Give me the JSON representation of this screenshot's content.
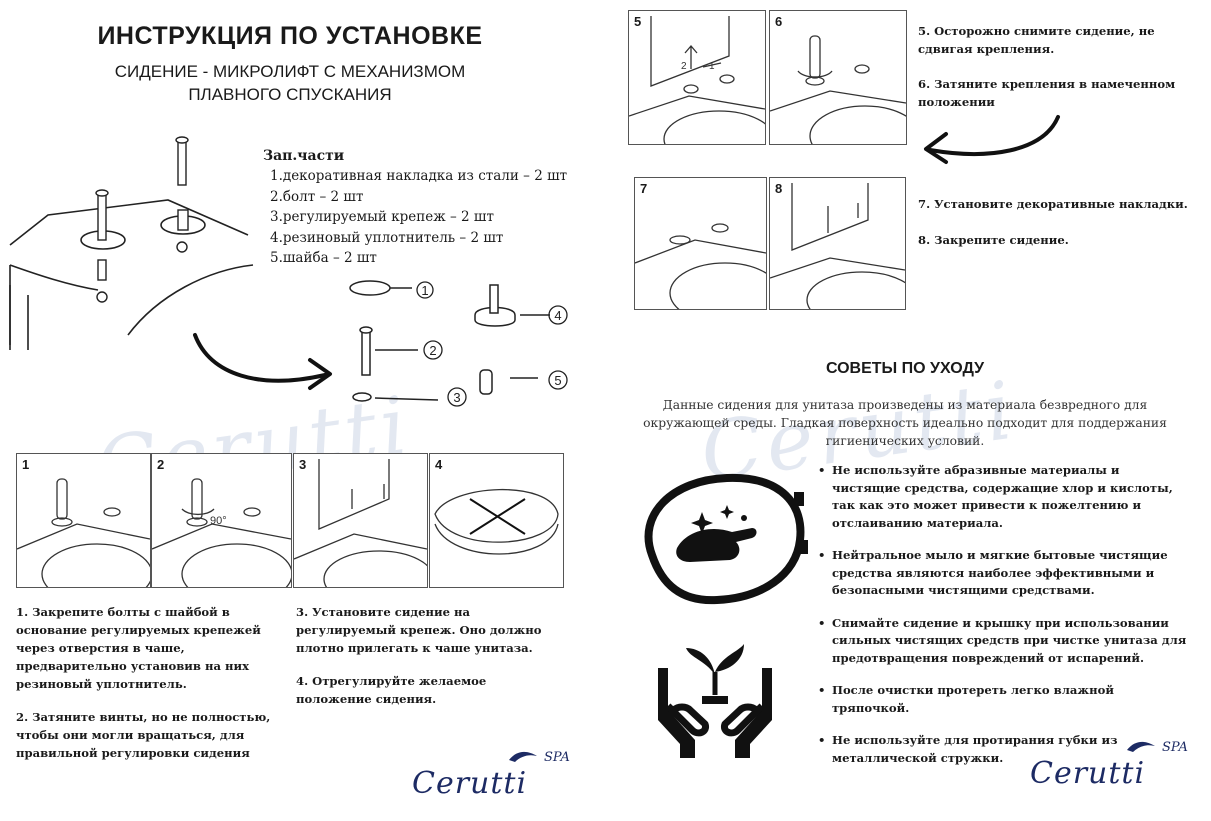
{
  "header": {
    "title": "ИНСТРУКЦИЯ ПО УСТАНОВКЕ",
    "subtitle_line1": "СИДЕНИЕ - МИКРОЛИФТ С МЕХАНИЗМОМ",
    "subtitle_line2": "ПЛАВНОГО СПУСКАНИЯ"
  },
  "parts": {
    "heading": "Зап.части",
    "items": [
      "1.декоративная накладка из стали – 2 шт",
      "2.болт – 2 шт",
      "3.регулируемый крепеж – 2 шт",
      "4.резиновый уплотнитель – 2 шт",
      "5.шайба – 2 шт"
    ],
    "callouts": [
      "1",
      "2",
      "3",
      "4",
      "5"
    ]
  },
  "steps_left": {
    "numbers": [
      "1",
      "2",
      "3",
      "4"
    ],
    "angle_label": "90°",
    "col1": [
      "1.   Закрепите болты с шайбой в основание регулируемых крепежей через отверстия в чаше, предварительно установив на них резиновый уплотнитель.",
      "2.   Затяните винты, но не полностью, чтобы они могли вращаться, для правильной регулировки сидения"
    ],
    "col2": [
      "3. Установите сидение на регулируемый крепеж. Оно должно плотно прилегать к чаше унитаза.",
      "4. Отрегулируйте желаемое положение сидения."
    ]
  },
  "steps_right": {
    "numbers": [
      "5",
      "6",
      "7",
      "8"
    ],
    "arrow_labels": [
      "2",
      "1"
    ],
    "text_a": [
      "5. Осторожно снимите сидение, не сдвигая крепления.",
      "6. Затяните крепления в намеченном положении"
    ],
    "text_b": [
      "7. Установите декоративные накладки.",
      "8. Закрепите сидение."
    ]
  },
  "care": {
    "title": "СОВЕТЫ ПО УХОДУ",
    "intro": "Данные сидения для унитаза произведены из материала безвредного для окружающей среды. Гладкая поверхность идеально подходит для поддержания гигиенических условий.",
    "tips": [
      "Не используйте абразивные материалы и чистящие средства, содержащие хлор и кислоты, так как это может привести к пожелтению и отслаиванию материала.",
      "Нейтральное мыло и мягкие бытовые чистящие средства являются наиболее эффективными и безопасными чистящими средствами.",
      "Снимайте сидение и крышку при использовании сильных чистящих средств при чистке унитаза для предотвращения повреждений от испарений.",
      "После очистки протереть легко влажной тряпочкой.",
      "Не используйте для протирания губки из металлической стружки."
    ]
  },
  "brand": {
    "name": "Cerutti",
    "suffix": "SPA",
    "watermark": "Cerutti"
  },
  "colors": {
    "brand": "#1d2b64",
    "watermark": "#e3e8f1",
    "text": "#1a1a1a"
  },
  "icons": [
    "seat-cleaning-icon",
    "hands-sprout-icon",
    "arrow-icon",
    "toilet-diagram-icon"
  ]
}
